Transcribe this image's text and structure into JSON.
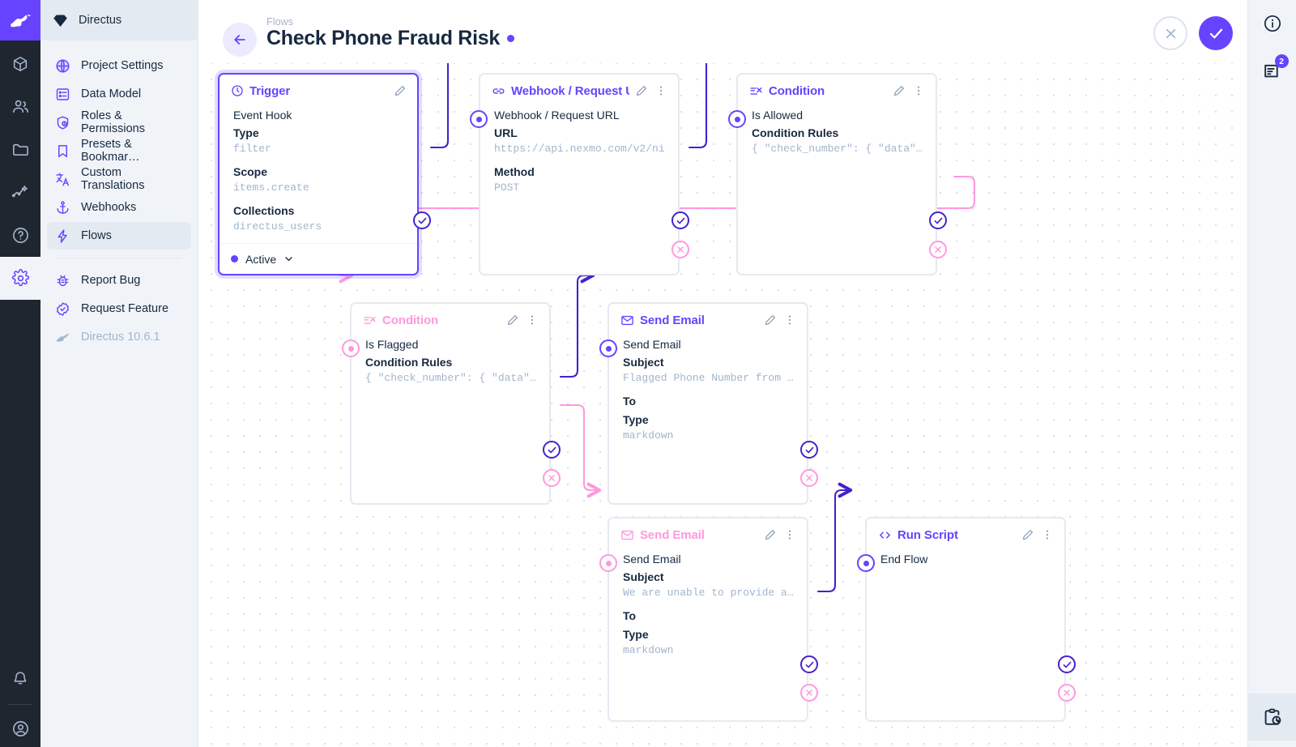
{
  "rail": {
    "logo_icon": "directus-rabbit-logo",
    "items": [
      {
        "name": "content",
        "icon": "box-icon"
      },
      {
        "name": "user-directory",
        "icon": "users-icon"
      },
      {
        "name": "file-library",
        "icon": "folder-icon"
      },
      {
        "name": "insights",
        "icon": "trending-up-icon"
      },
      {
        "name": "documentation",
        "icon": "help-circle-icon"
      },
      {
        "name": "settings",
        "icon": "gear-icon",
        "active": true
      }
    ],
    "bottom": [
      {
        "name": "notifications",
        "icon": "bell-icon"
      },
      {
        "name": "account",
        "icon": "account-circle-icon"
      }
    ]
  },
  "sidebar": {
    "header": {
      "label": "Directus",
      "icon": "gem-icon"
    },
    "items": [
      {
        "label": "Project Settings",
        "icon": "public-globe-icon",
        "selected": false
      },
      {
        "label": "Data Model",
        "icon": "list-alt-icon",
        "selected": false
      },
      {
        "label": "Roles & Permissions",
        "icon": "admin-shield-icon",
        "selected": false
      },
      {
        "label": "Presets & Bookmar…",
        "icon": "bookmark-icon",
        "selected": false
      },
      {
        "label": "Custom Translations",
        "icon": "translate-icon",
        "selected": false
      },
      {
        "label": "Webhooks",
        "icon": "anchor-icon",
        "selected": false
      },
      {
        "label": "Flows",
        "icon": "bolt-icon",
        "selected": true
      }
    ],
    "bottom_items": [
      {
        "label": "Report Bug",
        "icon": "bug-report-icon",
        "muted": false
      },
      {
        "label": "Request Feature",
        "icon": "verified-badge-icon",
        "muted": false
      },
      {
        "label": "Directus 10.6.1",
        "icon": "directus-rabbit-icon",
        "muted": true
      }
    ]
  },
  "header": {
    "breadcrumb": "Flows",
    "title": "Check Phone Fraud Risk",
    "status_dot_color": "#6644ff",
    "back_icon": "arrow-left-icon",
    "cancel_label": "close-icon",
    "save_label": "check-icon"
  },
  "drawer": {
    "info_icon": "info-circle-icon",
    "logs_icon": "flow-logs-icon",
    "logs_badge": "2",
    "history_icon": "clipboard-clock-icon"
  },
  "nodes": [
    {
      "id": "trigger",
      "type": "Trigger",
      "header_icon": "trigger-bolt-circle-icon",
      "accent": "#6644ff",
      "fields": [
        {
          "kind": "name",
          "text": "Event Hook"
        },
        {
          "kind": "label",
          "text": "Type"
        },
        {
          "kind": "value",
          "text": "filter"
        },
        {
          "kind": "label",
          "text": "Scope"
        },
        {
          "kind": "value",
          "text": "items.create"
        },
        {
          "kind": "label",
          "text": "Collections"
        },
        {
          "kind": "value",
          "text": "directus_users"
        }
      ],
      "footer": {
        "status": "Active",
        "chevron": "chevron-down-icon"
      }
    },
    {
      "id": "webhook",
      "type": "Webhook / Request U",
      "header_icon": "link-icon",
      "accent": "#6644ff",
      "fields": [
        {
          "kind": "name",
          "text": "Webhook / Request URL"
        },
        {
          "kind": "label",
          "text": "URL"
        },
        {
          "kind": "value",
          "text": "https://api.nexmo.com/v2/ni"
        },
        {
          "kind": "label",
          "text": "Method"
        },
        {
          "kind": "value",
          "text": "POST"
        }
      ]
    },
    {
      "id": "cond-allowed",
      "type": "Condition",
      "header_icon": "condition-icon",
      "accent": "#6644ff",
      "fields": [
        {
          "kind": "name",
          "text": "Is Allowed"
        },
        {
          "kind": "label",
          "text": "Condition Rules"
        },
        {
          "kind": "value",
          "text": "{ \"check_number\": { \"data\"…"
        }
      ]
    },
    {
      "id": "cond-flagged",
      "type": "Condition",
      "header_icon": "condition-icon",
      "accent": "#ff99dd",
      "fields": [
        {
          "kind": "name",
          "text": "Is Flagged"
        },
        {
          "kind": "label",
          "text": "Condition Rules"
        },
        {
          "kind": "value",
          "text": "{ \"check_number\": { \"data\"…"
        }
      ]
    },
    {
      "id": "email-flagged",
      "type": "Send Email",
      "header_icon": "mail-icon",
      "accent": "#6644ff",
      "fields": [
        {
          "kind": "name",
          "text": "Send Email"
        },
        {
          "kind": "label",
          "text": "Subject"
        },
        {
          "kind": "value",
          "text": "Flagged Phone Number from …"
        },
        {
          "kind": "label",
          "text": "To"
        },
        {
          "kind": "label",
          "text": "Type"
        },
        {
          "kind": "value",
          "text": "markdown"
        }
      ]
    },
    {
      "id": "email-unable",
      "type": "Send Email",
      "header_icon": "mail-icon",
      "accent": "#ff99dd",
      "fields": [
        {
          "kind": "name",
          "text": "Send Email"
        },
        {
          "kind": "label",
          "text": "Subject"
        },
        {
          "kind": "value",
          "text": "We are unable to provide a…"
        },
        {
          "kind": "label",
          "text": "To"
        },
        {
          "kind": "label",
          "text": "Type"
        },
        {
          "kind": "value",
          "text": "markdown"
        }
      ]
    },
    {
      "id": "run-script",
      "type": "Run Script",
      "header_icon": "code-brackets-icon",
      "accent": "#6644ff",
      "fields": [
        {
          "kind": "name",
          "text": "End Flow"
        }
      ]
    }
  ],
  "colors": {
    "accent": "#6644ff",
    "resolve": "#4422cc",
    "reject": "#ff99dd",
    "muted_text": "#a2b5cd",
    "sidebar_bg": "#f0f4f9",
    "rail_bg": "#20262f"
  }
}
